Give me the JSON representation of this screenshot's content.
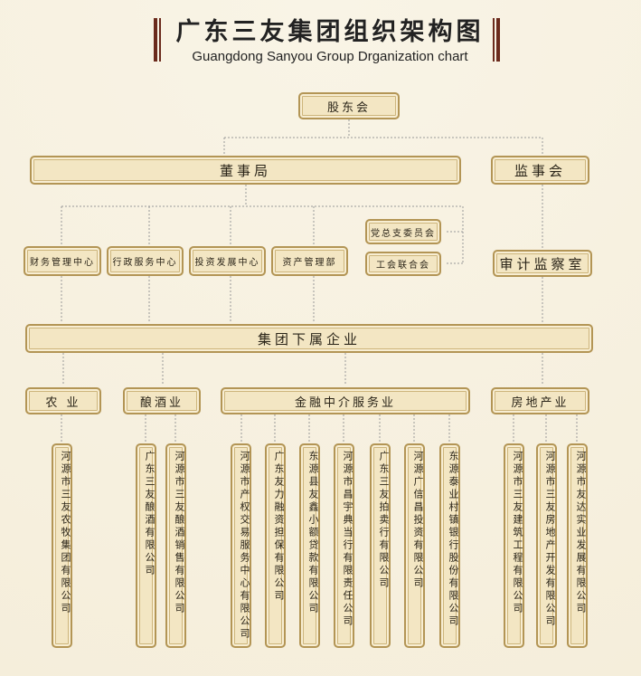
{
  "header": {
    "title": "广东三友集团组织架构图",
    "subtitle": "Guangdong Sanyou Group Drganization chart"
  },
  "nodes": {
    "shareholders": "股东会",
    "board": "董事局",
    "supervisors": "监事会",
    "depts": [
      "财务管理中心",
      "行政服务中心",
      "投资发展中心",
      "资产管理部"
    ],
    "party": "党总支委员会",
    "union": "工会联合会",
    "audit": "审计监察室",
    "subsidiaries": "集团下属企业",
    "sectors": [
      "农 业",
      "酿酒业",
      "金融中介服务业",
      "房地产业"
    ],
    "companies": [
      "河源市三友农牧集团有限公司",
      "广东三友酿酒有限公司",
      "河源市三友酿酒销售有限公司",
      "河源市产权交易服务中心有限公司",
      "广东友力融资担保有限公司",
      "东源县友鑫小额贷款有限公司",
      "河源市昌宇典当行有限责任公司",
      "广东三友拍卖行有限公司",
      "河源广信昌投资有限公司",
      "东源泰业村镇银行股份有限公司",
      "河源市三友建筑工程有限公司",
      "河源市三友房地产开发有限公司",
      "河源市友达实业发展有限公司"
    ]
  }
}
